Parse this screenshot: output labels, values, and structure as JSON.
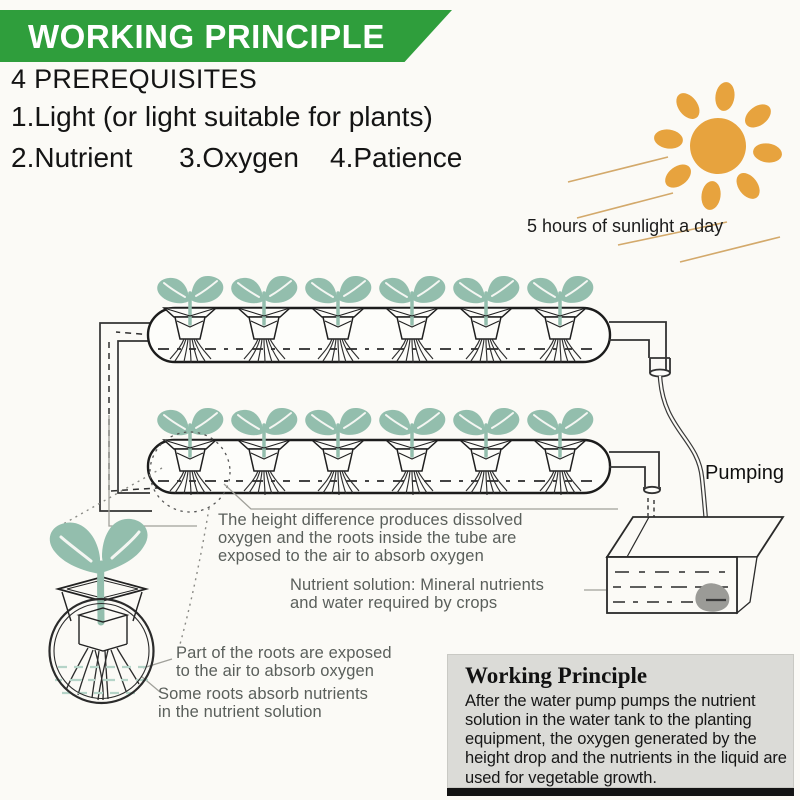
{
  "header": {
    "title": "WORKING PRINCIPLE"
  },
  "prerequisites": {
    "heading": "4 PREREQUISITES",
    "item1": "1.Light (or light suitable for plants)",
    "items_row": "2.Nutrient      3.Oxygen    4.Patience"
  },
  "sun": {
    "caption": "5 hours of sunlight a day"
  },
  "diagram": {
    "pumping_label": "Pumping",
    "annotations": {
      "height_difference": "The height difference produces dissolved\noxygen and the roots inside the tube are\nexposed to the air to absorb oxygen",
      "nutrient_solution": "Nutrient solution: Mineral nutrients\nand water required by crops",
      "roots_air": "Part of the roots are exposed\nto the air to absorb oxygen",
      "roots_nutrient": "Some roots absorb nutrients\nin the nutrient solution"
    }
  },
  "working_principle": {
    "title": "Working Principle",
    "body": "After the water pump pumps the nutrient solution in the water tank to the planting equipment, the oxygen generated by the height drop and the nutrients in the liquid are used for vegetable growth."
  },
  "colors": {
    "banner_green": "#2f9e3c",
    "leaf_teal": "#93bead",
    "sun_orange": "#e7a33e",
    "annotation_gray": "#5a5f5b",
    "box_gray": "#dbdbd7"
  }
}
